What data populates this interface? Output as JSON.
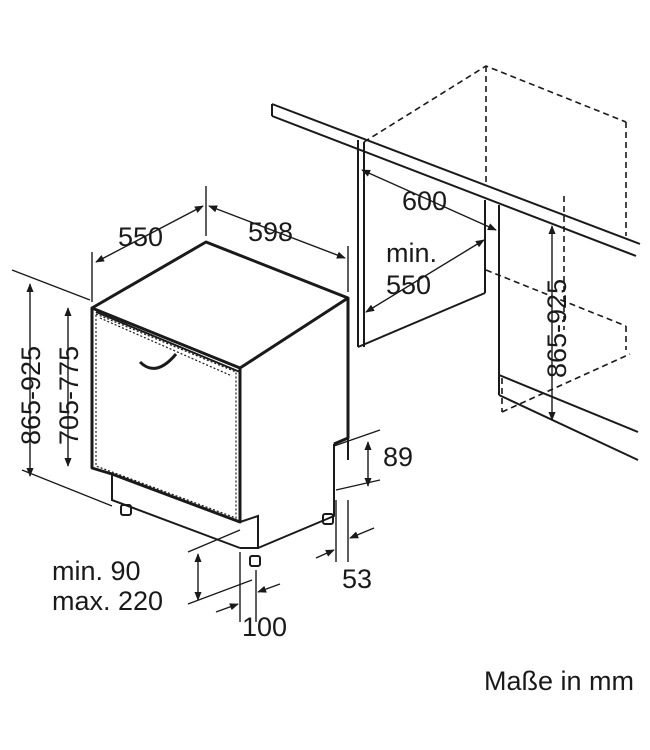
{
  "dimensions": {
    "depth_top": "550",
    "width_top": "598",
    "niche_width": "600",
    "niche_depth_min": "min.",
    "niche_depth_val": "550",
    "height_left_outer": "865-925",
    "height_left_inner": "705-775",
    "niche_height": "865-925",
    "plinth_height": "89",
    "side_offset": "53",
    "foot_min": "min. 90",
    "foot_max": "max. 220",
    "foot_depth": "100"
  },
  "caption": "Maße in mm",
  "colors": {
    "line": "#1a1a1a",
    "background": "#ffffff"
  }
}
